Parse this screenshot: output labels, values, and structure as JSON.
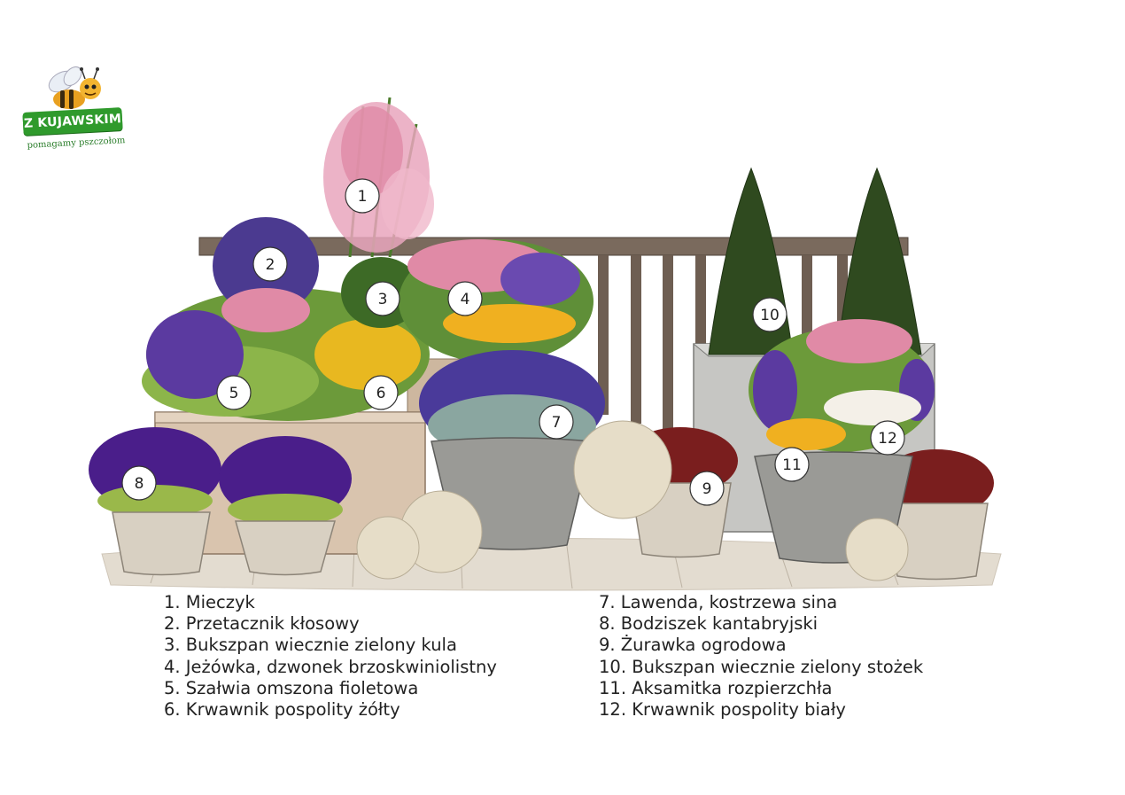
{
  "logo": {
    "brand": "Z KUJAWSKIM",
    "tagline": "pomagamy pszczołom"
  },
  "markers": [
    "1",
    "2",
    "3",
    "4",
    "5",
    "6",
    "7",
    "8",
    "9",
    "10",
    "11",
    "12"
  ],
  "legend": {
    "left": [
      "1. Mieczyk",
      "2. Przetacznik kłosowy",
      "3. Bukszpan wiecznie zielony kula",
      "4. Jeżówka, dzwonek brzoskwiniolistny",
      "5. Szałwia omszona fioletowa",
      "6. Krwawnik pospolity żółty"
    ],
    "right": [
      "7. Lawenda, kostrzewa sina",
      "8. Bodziszek kantabryjski",
      "9. Żurawka ogrodowa",
      "10. Bukszpan wiecznie zielony stożek",
      "11. Aksamitka rozpierzchła",
      "12. Krwawnik pospolity biały"
    ]
  },
  "colors": {
    "planter_wood": "#d9c4ae",
    "pot_grey": "#9a9a96",
    "pot_beige": "#d8d0c2",
    "boxwood": "#2f4a1f",
    "pink": "#e08aa6",
    "purple": "#5b3aa0",
    "yellow": "#e8b820",
    "red_foliage": "#7a1e1e",
    "railing": "#6e5e52"
  }
}
